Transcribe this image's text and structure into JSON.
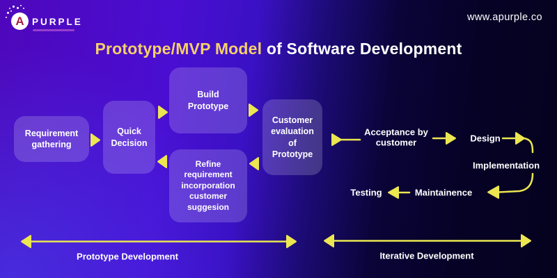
{
  "header": {
    "brand": "PURPLE",
    "monogram": "A",
    "website": "www.apurple.co"
  },
  "title": {
    "highlight": "Prototype/MVP Model",
    "rest": " of Software Development"
  },
  "flow": {
    "prototype_boxes": [
      {
        "id": "requirement-gathering",
        "label": "Requirement\ngathering"
      },
      {
        "id": "quick-decision",
        "label": "Quick\nDecision"
      },
      {
        "id": "build-prototype",
        "label": "Build\nPrototype"
      },
      {
        "id": "refine-requirement",
        "label": "Refine\nrequirement\nincorporation\ncustomer\nsuggesion"
      },
      {
        "id": "customer-evaluation",
        "label": "Customer\nevaluation\nof\nPrototype"
      }
    ],
    "iterative_steps": [
      {
        "id": "acceptance",
        "label": "Acceptance by\ncustomer"
      },
      {
        "id": "design",
        "label": "Design"
      },
      {
        "id": "implementation",
        "label": "Implementation"
      },
      {
        "id": "maintainence",
        "label": "Maintainence"
      },
      {
        "id": "testing",
        "label": "Testing"
      }
    ],
    "spans": {
      "prototype": "Prototype Development",
      "iterative": "Iterative Development"
    }
  },
  "colors": {
    "accent_yellow": "#ece751",
    "title_gold": "#f5cf6b",
    "background_purple": "#4a0ed2",
    "background_navy": "#05021f",
    "box_fill": "rgba(255,255,255,0.18)",
    "logo_red": "#a81e45",
    "text_white": "#ffffff"
  }
}
